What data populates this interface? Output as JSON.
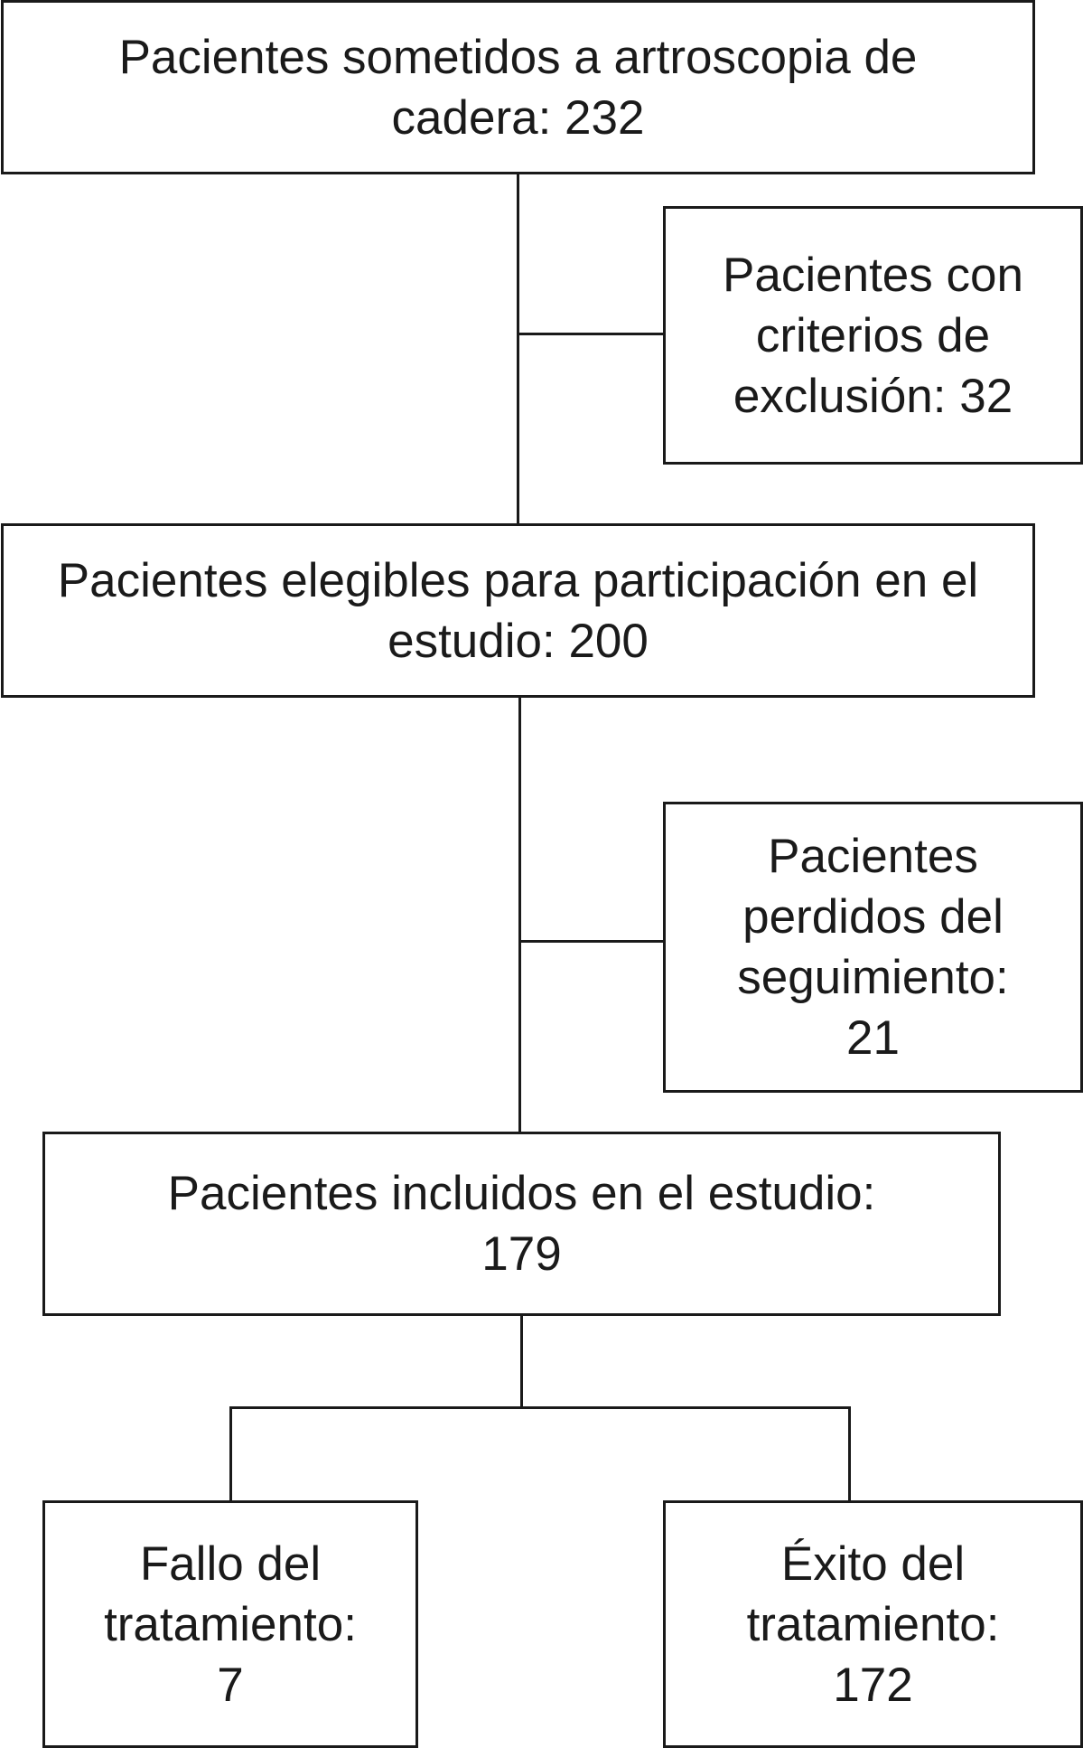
{
  "flowchart": {
    "screened": "Pacientes sometidos a artroscopia de cadera: 232",
    "excluded": "Pacientes con criterios de exclusión: 32",
    "eligible": "Pacientes elegibles para participación en el estudio: 200",
    "lost_to_followup": "Pacientes perdidos del seguimiento: 21",
    "included": "Pacientes incluidos en el estudio: 179",
    "treatment_failure": "Fallo del tratamiento: 7",
    "treatment_success": "Éxito del tratamiento: 172"
  },
  "display": {
    "screened": "Pacientes sometidos a artroscopia de\ncadera: 232",
    "excluded": "Pacientes con\ncriterios de\nexclusión: 32",
    "eligible": "Pacientes elegibles para participación en el\nestudio: 200",
    "lost_to_followup": "Pacientes\nperdidos del\nseguimiento:\n21",
    "included": "Pacientes incluidos en el estudio:\n179",
    "treatment_failure": "Fallo del\ntratamiento:\n7",
    "treatment_success": "Éxito del\ntratamiento:\n172"
  },
  "colors": {
    "stroke": "#1a1a1a",
    "background": "#ffffff"
  }
}
